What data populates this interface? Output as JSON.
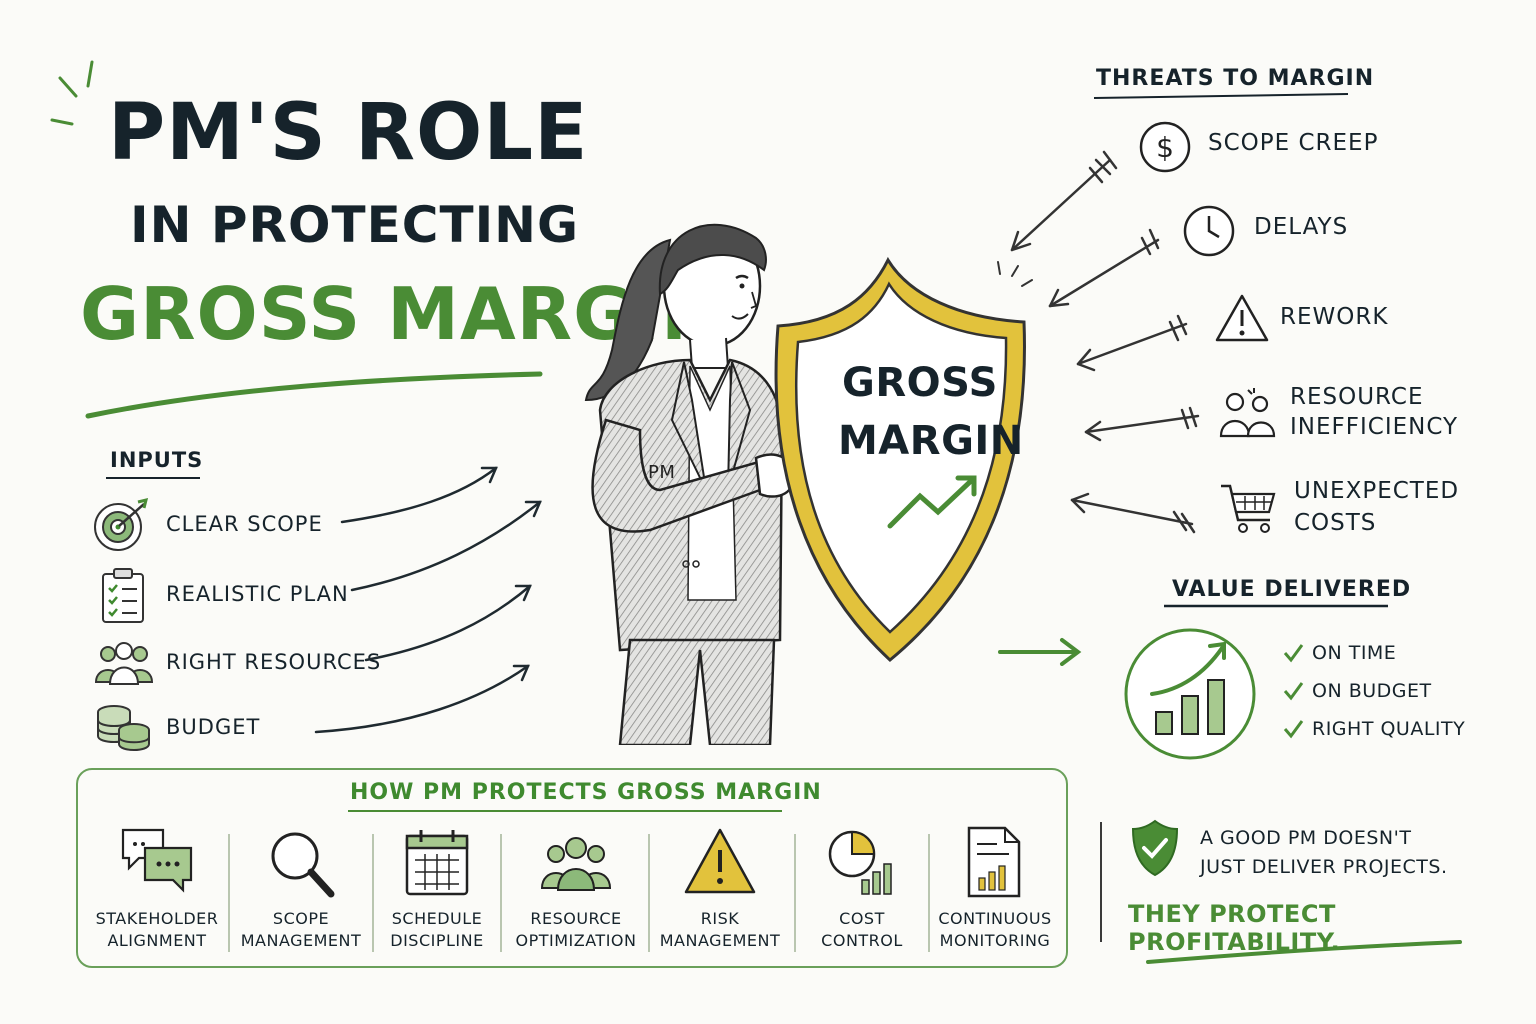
{
  "title": {
    "line1": "PM's Role",
    "line2": "in Protecting",
    "line3": "Gross Margin"
  },
  "inputs": {
    "heading": "Inputs",
    "items": [
      {
        "label": "Clear Scope",
        "icon": "target-icon"
      },
      {
        "label": "Realistic Plan",
        "icon": "clipboard-checklist-icon"
      },
      {
        "label": "Right Resources",
        "icon": "team-icon"
      },
      {
        "label": "Budget",
        "icon": "coins-icon"
      }
    ]
  },
  "shield": {
    "line1": "Gross",
    "line2": "Margin",
    "badge": "PM"
  },
  "threats": {
    "heading": "Threats to Margin",
    "items": [
      {
        "label": "Scope Creep",
        "icon": "dollar-icon"
      },
      {
        "label": "Delays",
        "icon": "clock-icon"
      },
      {
        "label": "Rework",
        "icon": "warning-icon"
      },
      {
        "label_line1": "Resource",
        "label_line2": "Inefficiency",
        "icon": "people-icon"
      },
      {
        "label_line1": "Unexpected",
        "label_line2": "Costs",
        "icon": "cart-icon"
      }
    ]
  },
  "value": {
    "heading": "Value Delivered",
    "items": [
      "On Time",
      "On Budget",
      "Right Quality"
    ]
  },
  "protects": {
    "heading": "How PM Protects Gross Margin",
    "items": [
      {
        "line1": "Stakeholder",
        "line2": "Alignment",
        "icon": "chat-bubbles-icon"
      },
      {
        "line1": "Scope",
        "line2": "Management",
        "icon": "magnifier-icon"
      },
      {
        "line1": "Schedule",
        "line2": "Discipline",
        "icon": "calendar-icon"
      },
      {
        "line1": "Resource",
        "line2": "Optimization",
        "icon": "team-icon"
      },
      {
        "line1": "Risk",
        "line2": "Management",
        "icon": "warning-icon"
      },
      {
        "line1": "Cost",
        "line2": "Control",
        "icon": "pie-chart-icon"
      },
      {
        "line1": "Continuous",
        "line2": "Monitoring",
        "icon": "report-icon"
      }
    ]
  },
  "quote": {
    "line1": "A good PM doesn't",
    "line2": "just deliver projects.",
    "line3": "They protect profitability."
  },
  "colors": {
    "green": "#4a8c35",
    "dark": "#16232b",
    "gold": "#e2c23c"
  }
}
